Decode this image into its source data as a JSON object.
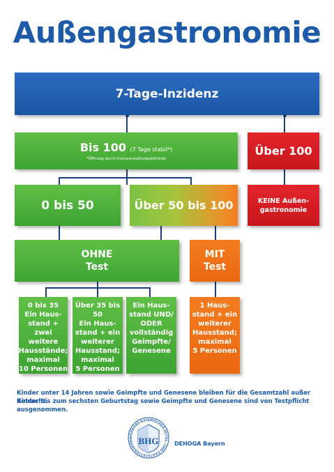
{
  "title": "Außengastronomie",
  "inzidenz": "7-Tage-Inzidenz",
  "bis100": {
    "label": "Bis 100",
    "suffix": "(7 Tage stabil*)",
    "note": "*Öffnung durch Kreisverwaltungsbehörde"
  },
  "ueber100": "Über 100",
  "keine": "KEINE Außen-\ngastronomie",
  "null_bis_50": "0 bis 50",
  "ueber_50_bis_100": "Über 50 bis 100",
  "ohne_test": "OHNE\nTest",
  "mit_test": "MIT\nTest",
  "leaves": [
    "0 bis 35\nEin Haus-\nstand + zwei\nweitere\nHausstände;\nmaximal\n10 Personen",
    "Über 35 bis 50\nEin Haus-\nstand + ein\nweiterer\nHausstand;\nmaximal\n5 Personen",
    "Ein Haus-\nstand UND/\nODER\nvollständig\nGeimpfte/\nGenesene",
    "1 Haus-\nstand + ein\nweiterer\nHausstand;\nmaximal\n5 Personen"
  ],
  "footnotes": [
    "Kinder unter 14 Jahren sowie Geimpfte und Genesene bleiben für die Gesamtzahl außer Betracht.",
    "Kinder bis zum sechsten Geburtstag sowie Geimpfte und Genesene sind von Testpflicht ausgenommen."
  ],
  "logo": {
    "ring_text": "VERBAND BAYERISCHER HOTEL- UND GASTSTÄTTENVERBAND",
    "letters": "BHG",
    "caption": "DEHOGA Bayern"
  },
  "colors": {
    "blue": "#1d5aa8",
    "green": "#3da432",
    "red": "#c8161c",
    "orange": "#f47c20"
  }
}
